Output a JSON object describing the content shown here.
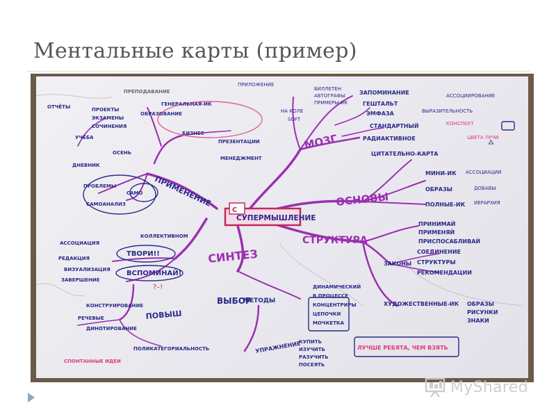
{
  "slide": {
    "title": "Ментальные карты (пример)",
    "watermark": "MyShared",
    "watermark_icon": "presentation-board-icon"
  },
  "colors": {
    "title_text": "#555555",
    "paper": "#eeedf2",
    "frame": "#6a5a48",
    "branch_purple": "#9b2fb0",
    "ink_blue": "#2a2a88",
    "ink_red": "#d23a3a",
    "ink_green": "#2f8f3a",
    "accent_pink": "#e03a7a",
    "bullet_arrow": "#8aa8c0",
    "watermark_text": "#c9c9c9"
  },
  "mindmap": {
    "center": "СУПЕРМЫШЛЕНИЕ",
    "branches": [
      {
        "label": "МОЗГ",
        "children": [
          "БИЛЛЕТЕН",
          "АВТОГРАФЫ",
          "ПРИМЕРЫ-ИК",
          "ПРИЛОЖЕНИЕ",
          "НА КОЛЕ",
          "SOFT"
        ]
      },
      {
        "label": "ОСНОВЫ",
        "children": [
          {
            "label": "ЗАПОМИНАНИЕ",
            "note": "АССОЦИИРОВАНИЕ"
          },
          {
            "label": "ГЕШТАЛЬТ",
            "note": ""
          },
          {
            "label": "ЭМФАЗА",
            "note": "ВЫРАЗИТЕЛЬНОСТЬ"
          },
          {
            "label": "СТАНДАРТНЫЙ",
            "note": "КОНСПЕКТ"
          },
          {
            "label": "РАДИАКТИВНОЕ",
            "note": "ЦВЕТА ЛУЧИ"
          },
          {
            "label": "ЦИТАТЕЛЬНО-КАРТА",
            "note": ""
          },
          {
            "label": "МИНИ-ИК",
            "note": "АССОЦИАЦИИ"
          },
          {
            "label": "ОБРАЗЫ",
            "note": "ДОБАВЫ"
          },
          {
            "label": "ПОЛНЫЕ-ИК",
            "note": "ИЕРАРХИЯ"
          }
        ]
      },
      {
        "label": "СТРУКТУРА",
        "children": [
          "ПРИНИМАЙ",
          "ПРИМЕНЯЙ",
          "ПРИСПОСАБЛИВАЙ",
          "ЗАКОНЫ",
          "СОЕДИНЕНИЕ",
          "СТРУКТУРЫ",
          "РЕКОМЕНДАЦИИ",
          "ХУДОЖЕСТВЕННЫЕ-ИК",
          "ОБРАЗЫ",
          "РИСУНКИ",
          "ЗНАКИ"
        ]
      },
      {
        "label": "ВЫБОР",
        "children": [
          {
            "label": "МЕТОДЫ",
            "items": [
              "ДИНАМИЧЕСКИЙ",
              "В ПРОЦЕССЕ",
              "КОНЦЕНТРИРЫ",
              "ЦЕПОЧКИ",
              "МОЧКЕТКА"
            ]
          },
          {
            "label": "УПРАЖНЕНИЕ",
            "items": [
              "КУПИТЬ",
              "ИЗУЧИТЬ",
              "РАЗУЧИТЬ",
              "ПОСЕЯТЬ"
            ]
          },
          {
            "label": "ЛУЧШЕ РЕБЯТА, ЧЕМ ВЗЯТЬ",
            "items": []
          }
        ]
      },
      {
        "label": "СИНТЕЗ",
        "children": [
          "КОЛЛЕКТИВНОМ",
          "ТВОРИ!!",
          "ВСПОМИНАЙ!",
          "АССОЦИАЦИЯ",
          "РЕДАКЦИЯ",
          "ВИЗУАЛИЗАЦИЯ",
          "ЗАВЕРШЕНИЕ"
        ]
      },
      {
        "label": "ПОВЫШ",
        "children": [
          "КОНСТРУИРОВАНИЕ",
          "РЕЧЕВЫЕ",
          "ДИНОТИРОВАНИЕ",
          "ПОЛИКАТЕГОРИАЛЬНОСТЬ",
          "СПОНТАННЫЕ ИДЕИ"
        ]
      },
      {
        "label": "ПРИМЕНЕНИЕ",
        "children": [
          "ПРЕПОДАВАНИЕ",
          "ОБРАЗОВАНИЕ",
          "ГЕНЕРАЛЬНАЯ-ИК",
          "БИЗНЕС",
          "ПРЕЗЕНТАЦИИ",
          "МЕНЕДЖМЕНТ",
          "ОСЕНЬ",
          "ПРОБЛЕМЫ",
          "САМО",
          "САМОАНАЛИЗ",
          "ОТЧЁТЫ",
          "ПРОЕКТЫ",
          "ЭКЗАМЕНЫ",
          "СОЧИНЕНИЯ",
          "УЧЁБА",
          "ДНЕВНИК"
        ]
      }
    ]
  }
}
